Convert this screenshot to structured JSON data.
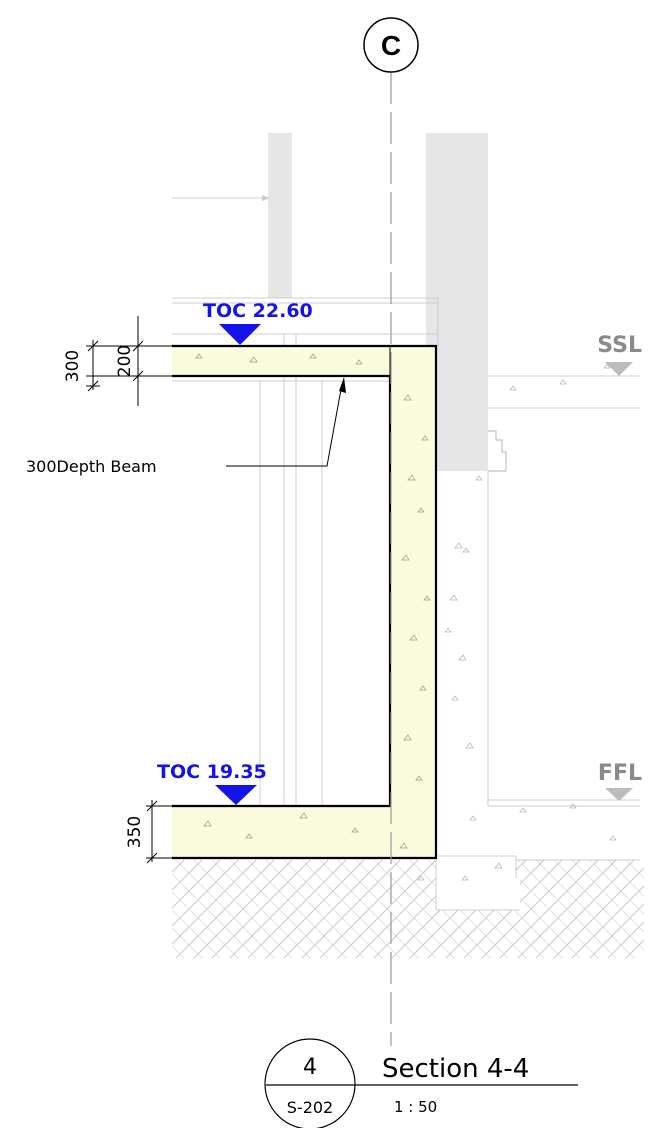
{
  "grid": {
    "label": "C"
  },
  "levels": {
    "top_of_concrete_upper": "TOC 22.60",
    "top_of_concrete_lower": "TOC 19.35",
    "structural_slab_level": "SSL",
    "finished_floor_level": "FFL"
  },
  "dimensions": {
    "slab_overall": "300",
    "slab_thickness": "200",
    "base_slab": "350"
  },
  "notes": {
    "beam_callout": "300Depth Beam"
  },
  "title_block": {
    "detail_number": "4",
    "sheet_reference": "S-202",
    "section_name": "Section 4-4",
    "scale": "1 : 50"
  },
  "colors": {
    "level_marker": "#1414e6",
    "concrete_fill": "#fafadc",
    "existing_wall": "#e6e6e6",
    "datum_marker": "#bcbcbc"
  }
}
